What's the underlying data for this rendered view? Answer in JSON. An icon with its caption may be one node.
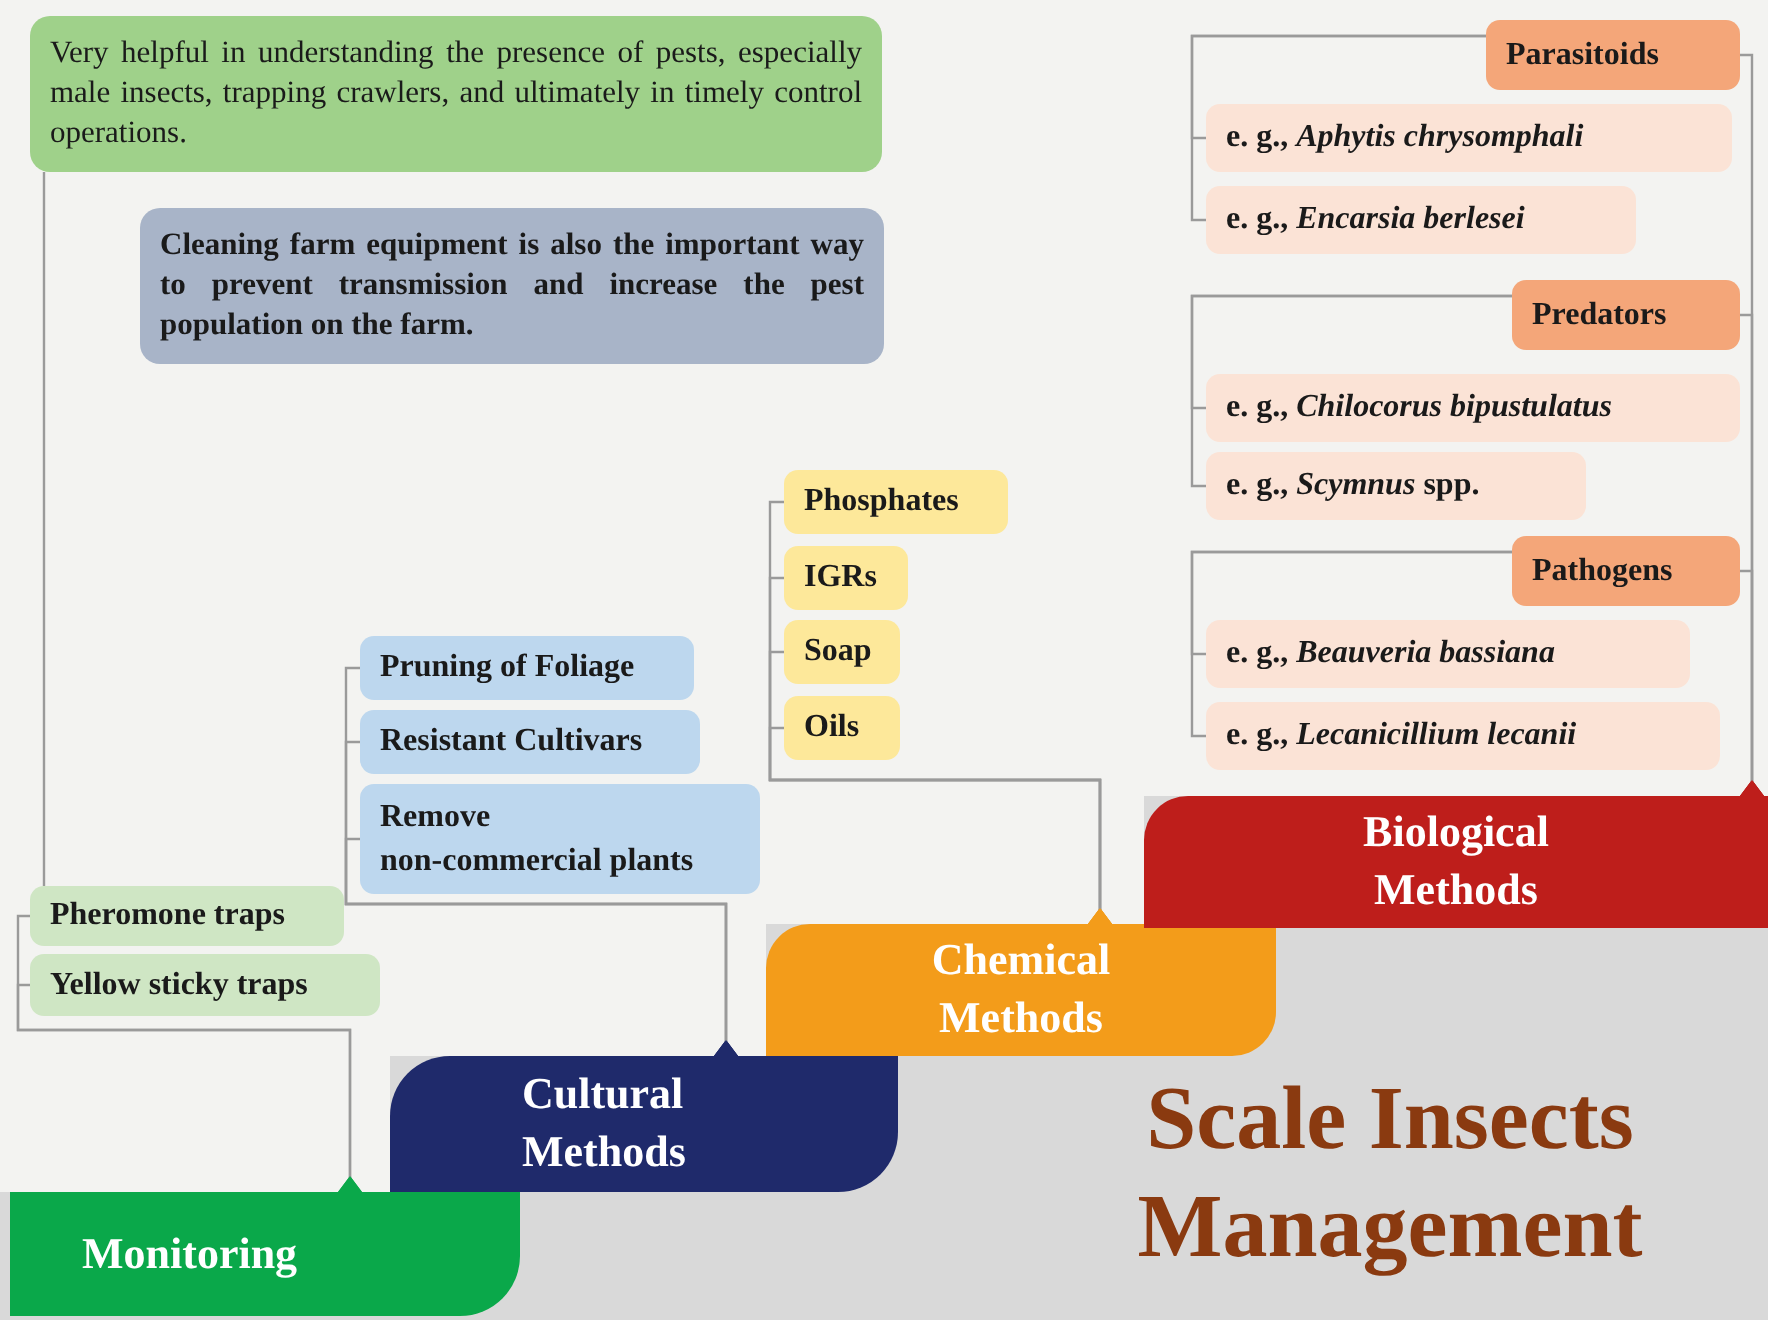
{
  "diagram": {
    "title": "Scale Insects Management",
    "nodes": [
      {
        "text": [
          "Monitoring"
        ]
      },
      {
        "text": [
          "Pheromone traps"
        ]
      },
      {
        "text": [
          "Yellow sticky traps"
        ]
      },
      {
        "text": [
          "Very helpful in understanding the presence of pests, especially male insects, trapping crawlers, and ultimately in timely control operations."
        ]
      },
      {
        "text": [
          "Cultural Methods"
        ]
      },
      {
        "text": [
          "Pruning of Foliage"
        ]
      },
      {
        "text": [
          "Resistant Cultivars"
        ]
      },
      {
        "text": [
          "Remove non-commercial plants"
        ]
      },
      {
        "text": [
          "Cleaning farm equipment is also the important way to prevent transmission and increase the pest population on the farm."
        ]
      },
      {
        "text": [
          "Chemical Methods"
        ]
      },
      {
        "text": [
          "Phosphates"
        ]
      },
      {
        "text": [
          "IGRs"
        ]
      },
      {
        "text": [
          "Soap"
        ]
      },
      {
        "text": [
          "Oils"
        ]
      },
      {
        "text": [
          "Biological Methods"
        ]
      },
      {
        "text": [
          "Parasitoids"
        ]
      },
      {
        "text": [
          "e. g., *Aphytis chrysomphali*"
        ]
      },
      {
        "text": [
          "e. g., *Encarsia berlesei*"
        ]
      },
      {
        "text": [
          "Predators"
        ]
      },
      {
        "text": [
          "e. g., *Chilocorus bipustulatus*"
        ]
      },
      {
        "text": [
          "e. g., *Scymnus* spp."
        ]
      },
      {
        "text": [
          "Pathogens"
        ]
      },
      {
        "text": [
          "e. g., *Beauveria bassiana*"
        ]
      },
      {
        "text": [
          "e. g., *Lecanicillium lecanii*"
        ]
      }
    ],
    "edges": [
      {
        "from": 0,
        "to": 1,
        "arrow": "other"
      },
      {
        "from": 0,
        "to": 2,
        "arrow": "other"
      },
      {
        "from": 1,
        "to": 3,
        "arrow": "none"
      },
      {
        "from": 4,
        "to": 5,
        "arrow": "other"
      },
      {
        "from": 4,
        "to": 6,
        "arrow": "other"
      },
      {
        "from": 4,
        "to": 7,
        "arrow": "other"
      },
      {
        "from": 9,
        "to": 10,
        "arrow": "other"
      },
      {
        "from": 9,
        "to": 11,
        "arrow": "other"
      },
      {
        "from": 9,
        "to": 12,
        "arrow": "other"
      },
      {
        "from": 9,
        "to": 13,
        "arrow": "other"
      },
      {
        "from": 14,
        "to": 15,
        "arrow": "other"
      },
      {
        "from": 14,
        "to": 18,
        "arrow": "other"
      },
      {
        "from": 14,
        "to": 21,
        "arrow": "other"
      },
      {
        "from": 15,
        "to": 16,
        "arrow": "none"
      },
      {
        "from": 15,
        "to": 17,
        "arrow": "none"
      },
      {
        "from": 18,
        "to": 19,
        "arrow": "none"
      },
      {
        "from": 18,
        "to": 20,
        "arrow": "none"
      },
      {
        "from": 21,
        "to": 22,
        "arrow": "none"
      },
      {
        "from": 21,
        "to": 23,
        "arrow": "none"
      }
    ]
  }
}
